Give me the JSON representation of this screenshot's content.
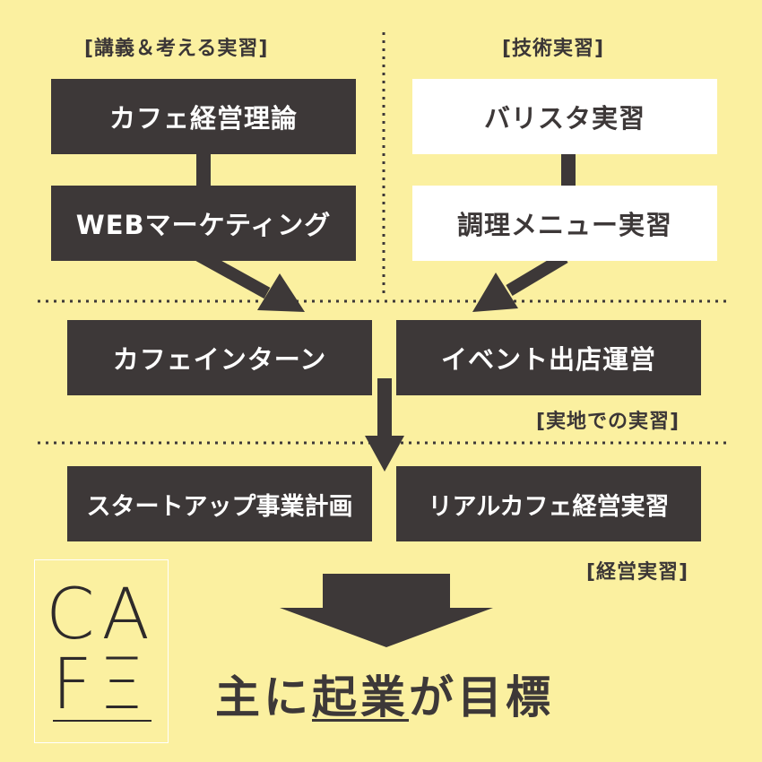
{
  "sections": {
    "lecture": "[講義＆考える実習]",
    "technical": "[技術実習]",
    "field": "[実地での実習]",
    "management": "[経営実習]"
  },
  "boxes": {
    "cafe_theory": "カフェ経営理論",
    "web_marketing": "WEBマーケティング",
    "barista": "バリスタ実習",
    "cooking_menu": "調理メニュー実習",
    "cafe_intern": "カフェインターン",
    "event_store": "イベント出店運営",
    "startup_plan": "スタートアップ事業計画",
    "real_cafe": "リアルカフェ経営実習"
  },
  "logo": {
    "line1": "CA",
    "line2": "FΞ"
  },
  "goal": {
    "prefix": "主に",
    "highlight": "起業",
    "suffix": "が目標"
  },
  "colors": {
    "background": "#fbf0a0",
    "dark": "#3d3838",
    "light": "#ffffff"
  }
}
